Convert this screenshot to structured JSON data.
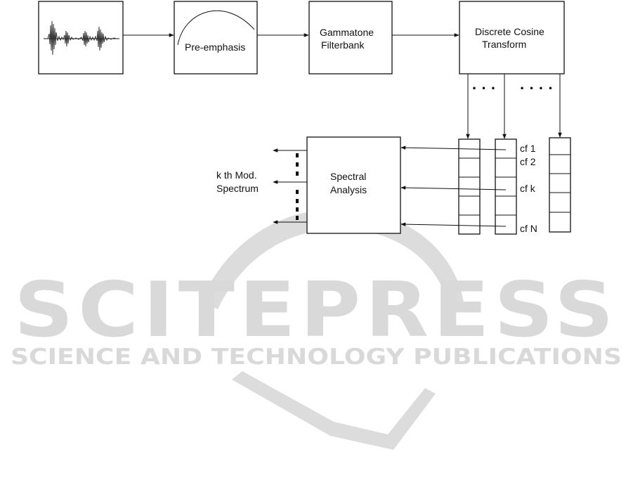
{
  "blocks": {
    "pre_emphasis": "Pre-emphasis",
    "gammatone_line1": "Gammatone",
    "gammatone_line2": "Filterbank",
    "dct_line1": "Discrete  Cosine",
    "dct_line2": "Transform",
    "spectral_line1": "Spectral",
    "spectral_line2": "Analysis"
  },
  "dots": {
    "short": "· · ·",
    "long": "· · · ·"
  },
  "coefficients": {
    "cf1": "cf 1",
    "cf2": "cf 2",
    "cfk": "cf k",
    "cfN": "cf N"
  },
  "output": {
    "line1": "k th Mod.",
    "line2": "Spectrum"
  },
  "watermark": {
    "logo": "SCITEPRESS",
    "tagline": "SCIENCE AND TECHNOLOGY PUBLICATIONS",
    "color": "#d9d9d9"
  },
  "colors": {
    "ink": "#111111",
    "background": "#ffffff"
  }
}
